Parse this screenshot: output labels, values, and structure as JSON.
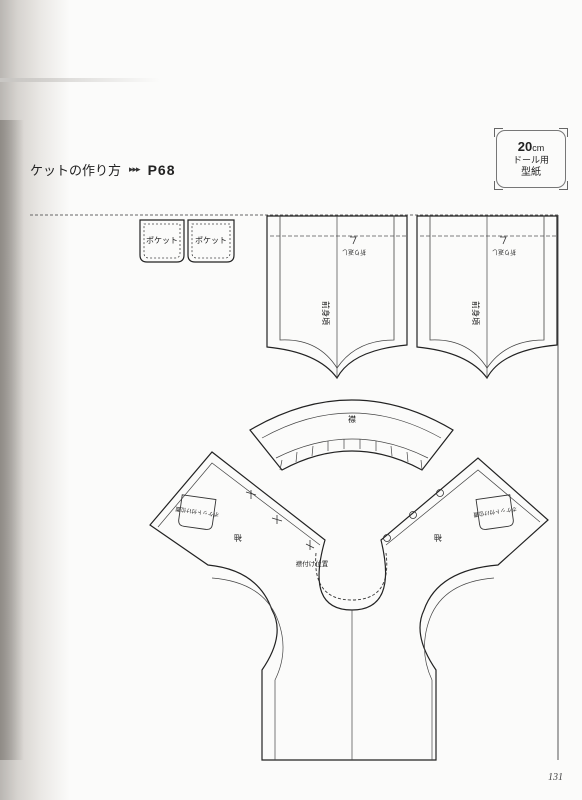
{
  "header": {
    "title": "ケットの作り方",
    "arrows": "▸▸▸",
    "page_ref": "P68"
  },
  "badge": {
    "size": "20",
    "unit": "cm",
    "doll": "ドール用",
    "paper": "型紙"
  },
  "pieces": {
    "pocket_left": "ポケット",
    "pocket_right": "ポケット",
    "front_left": "前身頃",
    "front_right": "前身頃",
    "fold_left": "折り返し",
    "fold_right": "折り返し",
    "collar": "襟",
    "sleeve_left": "袖",
    "sleeve_right": "袖",
    "pocket_position_left": "ポケット付け位置",
    "pocket_position_right": "ポケット付け位置",
    "collar_position": "襟付け位置"
  },
  "footer": {
    "page_number": "131"
  }
}
